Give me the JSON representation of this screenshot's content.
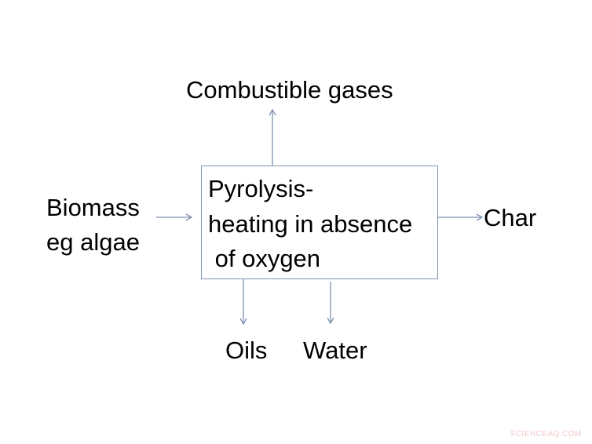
{
  "diagram": {
    "product_top": "Combustible gases",
    "input": {
      "line1": "Biomass",
      "line2": "eg algae"
    },
    "process": {
      "line1": "Pyrolysis-",
      "line2": "heating in absence",
      "line3": " of oxygen"
    },
    "product_right": "Char",
    "product_bottom_left": "Oils",
    "product_bottom_right": "Water",
    "arrow_color": "#7f93b0"
  },
  "watermark": "SCIENCEAQ.COM"
}
